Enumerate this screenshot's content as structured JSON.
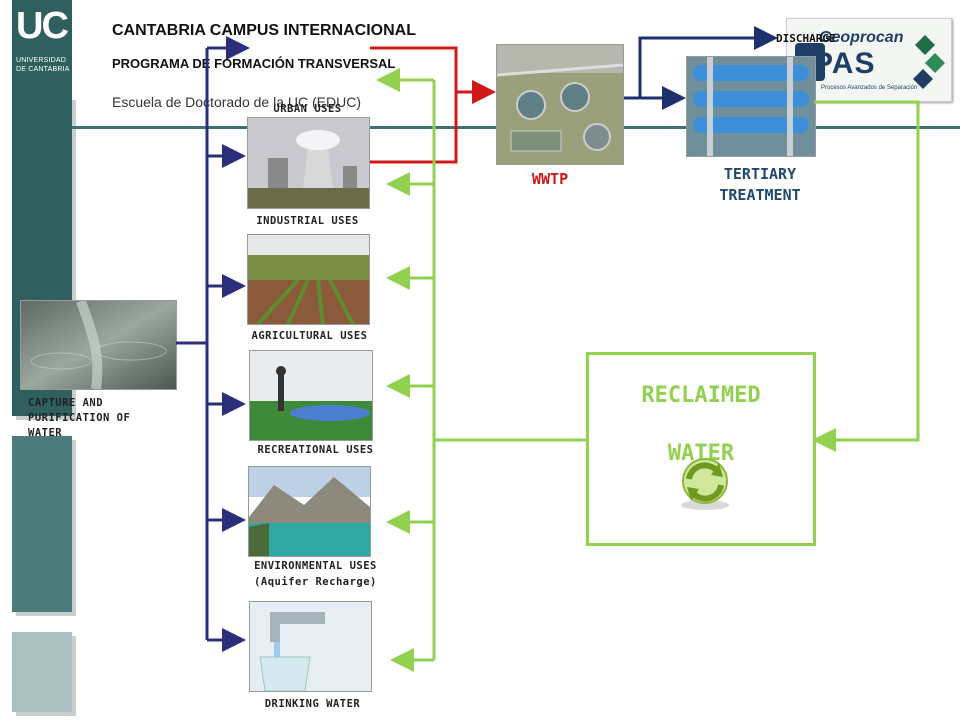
{
  "header": {
    "title": "CANTABRIA CAMPUS INTERNACIONAL",
    "subtitle": "PROGRAMA DE FORMACIÓN  TRANSVERSAL",
    "school": "Escuela de Doctorado de la UC (EDUC)"
  },
  "logo": {
    "uc": "UC",
    "line1": "UNIVERSIDAD",
    "line2": "DE CANTABRIA"
  },
  "partner": {
    "name": "Geoprocan",
    "big": "PAS",
    "sub": "Procesos Avanzados de Separación"
  },
  "diagram": {
    "capture": "CAPTURE AND PURIFICATION OF WATER",
    "uses": {
      "urban": "URBAN  USES",
      "industrial": "INDUSTRIAL  USES",
      "agricultural": "AGRICULTURAL  USES",
      "recreational": "RECREATIONAL  USES",
      "environmental_1": "ENVIRONMENTAL  USES",
      "environmental_2": "(Aquifer Recharge)",
      "drinking": "DRINKING  WATER"
    },
    "wwtp": "WWTP",
    "tertiary_1": "TERTIARY",
    "tertiary_2": "TREATMENT",
    "discharge": "DISCHARGE",
    "reclaimed_1": "RECLAIMED",
    "reclaimed_2": "WATER"
  },
  "colors": {
    "supply": "#2b2f7a",
    "wastewater": "#d01818",
    "discharge": "#1e2f6e",
    "reclaimed": "#92d050"
  }
}
